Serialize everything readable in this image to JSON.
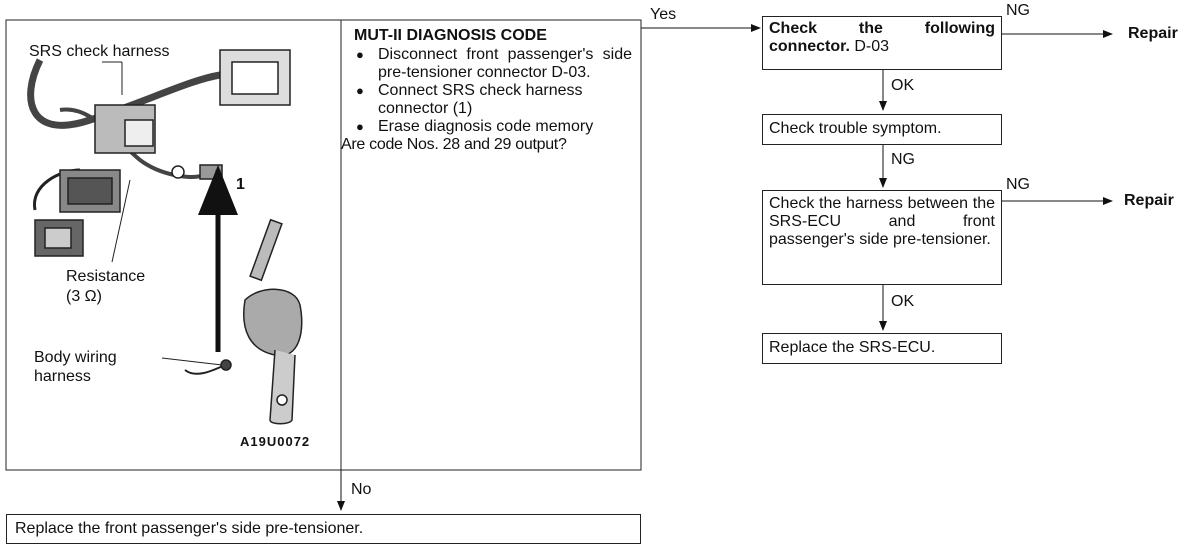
{
  "illustration": {
    "label_srs_check_harness": "SRS check harness",
    "label_resistance": "Resistance",
    "label_resistance_value": "(3 Ω)",
    "label_body_wiring_1": "Body wiring",
    "label_body_wiring_2": "harness",
    "label_connector_num": "1",
    "figure_code": "A19U0072"
  },
  "diagnosis": {
    "title": "MUT-II DIAGNOSIS CODE",
    "steps": [
      "Disconnect front passenger's side pre-tensioner connector D-03.",
      "Connect SRS check harness connector (1)",
      "Erase diagnosis code memory"
    ],
    "question": "Are code Nos. 28 and 29 output?"
  },
  "flow": {
    "yes_label": "Yes",
    "no_label": "No",
    "check_connector_bold": "Check the following connector.",
    "check_connector_code": "D-03",
    "ng_1": "NG",
    "repair_1": "Repair",
    "ok_1": "OK",
    "check_symptom": "Check trouble symptom.",
    "ng_2": "NG",
    "check_harness": "Check the harness between the SRS-ECU and front passenger's side pre-tensioner.",
    "ng_3": "NG",
    "repair_2": "Repair",
    "ok_2": "OK",
    "replace_ecu": "Replace the SRS-ECU.",
    "replace_pretensioner": "Replace the front passenger's side pre-tensioner."
  }
}
